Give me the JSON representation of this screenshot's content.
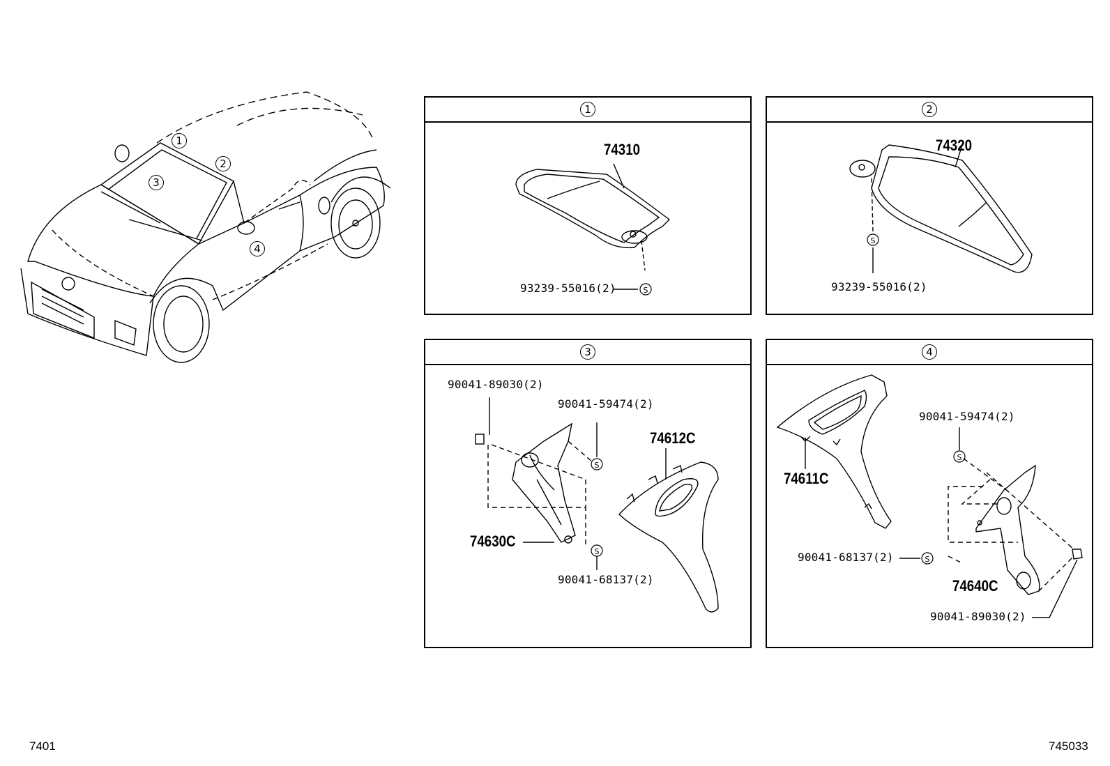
{
  "page": {
    "code_left": "7401",
    "code_right": "745033"
  },
  "car": {
    "markers": [
      "1",
      "2",
      "3",
      "4"
    ]
  },
  "panels": [
    {
      "id": "1",
      "parts": [
        {
          "pn": "74310"
        },
        {
          "label": "93239-55016(2)"
        }
      ]
    },
    {
      "id": "2",
      "parts": [
        {
          "pn": "74320"
        },
        {
          "label": "93239-55016(2)"
        }
      ]
    },
    {
      "id": "3",
      "parts": [
        {
          "label": "90041-89030(2)"
        },
        {
          "label": "90041-59474(2)"
        },
        {
          "pn": "74612C"
        },
        {
          "pn": "74630C"
        },
        {
          "label": "90041-68137(2)"
        }
      ]
    },
    {
      "id": "4",
      "parts": [
        {
          "pn": "74611C"
        },
        {
          "label": "90041-59474(2)"
        },
        {
          "label": "90041-68137(2)"
        },
        {
          "pn": "74640C"
        },
        {
          "label": "90041-89030(2)"
        }
      ]
    }
  ],
  "fastener_symbol": "S"
}
